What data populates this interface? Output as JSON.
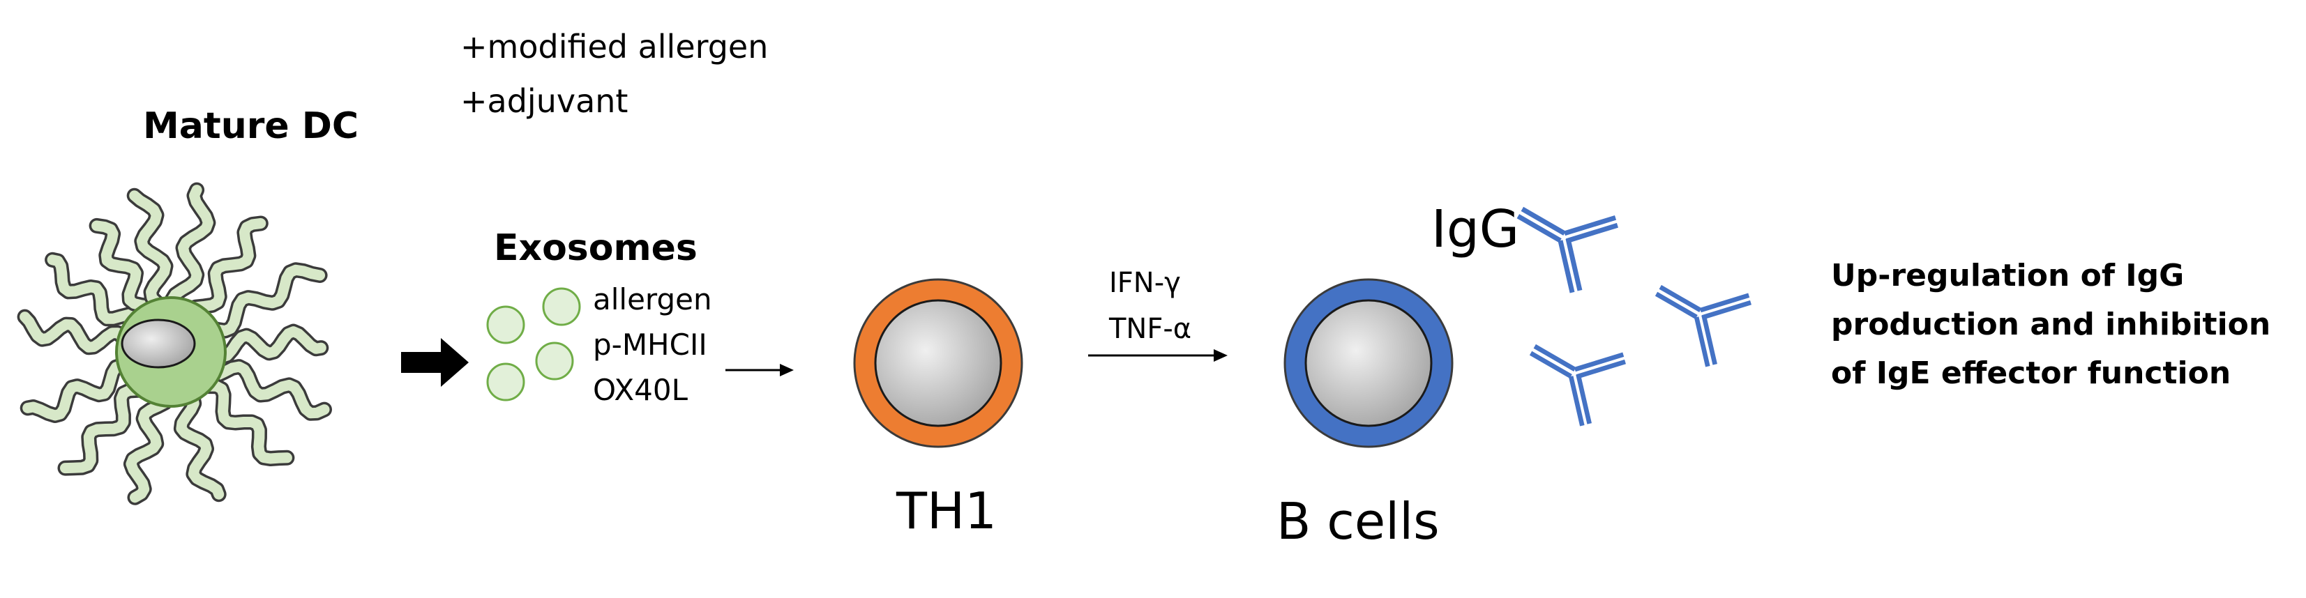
{
  "stimuli": {
    "line1": "+modified allergen",
    "line2": "+adjuvant"
  },
  "dc": {
    "title": "Mature DC"
  },
  "exosomes": {
    "title": "Exosomes",
    "markers": [
      "allergen",
      "p-MHCII",
      "OX40L"
    ]
  },
  "th1": {
    "label": "TH1"
  },
  "cytokines": [
    "IFN-γ",
    "TNF-α"
  ],
  "bcells": {
    "label": "B cells"
  },
  "igg": {
    "label": "IgG"
  },
  "outcome": {
    "lines": [
      "Up-regulation of IgG",
      "production and inhibition",
      "of IgE effector function"
    ]
  },
  "colors": {
    "dc_fill": "#a9d18e",
    "dc_stroke": "#548235",
    "dendrite_fill": "#d7e8c8",
    "dendrite_stroke": "#3b3b3b",
    "exosome_fill": "#e2f0d9",
    "exosome_stroke": "#70ad47",
    "th1_ring": "#ed7d31",
    "bcell_ring": "#4472c4",
    "nucleus_fill": "#c9c9c9",
    "antibody": "#4472c4"
  }
}
